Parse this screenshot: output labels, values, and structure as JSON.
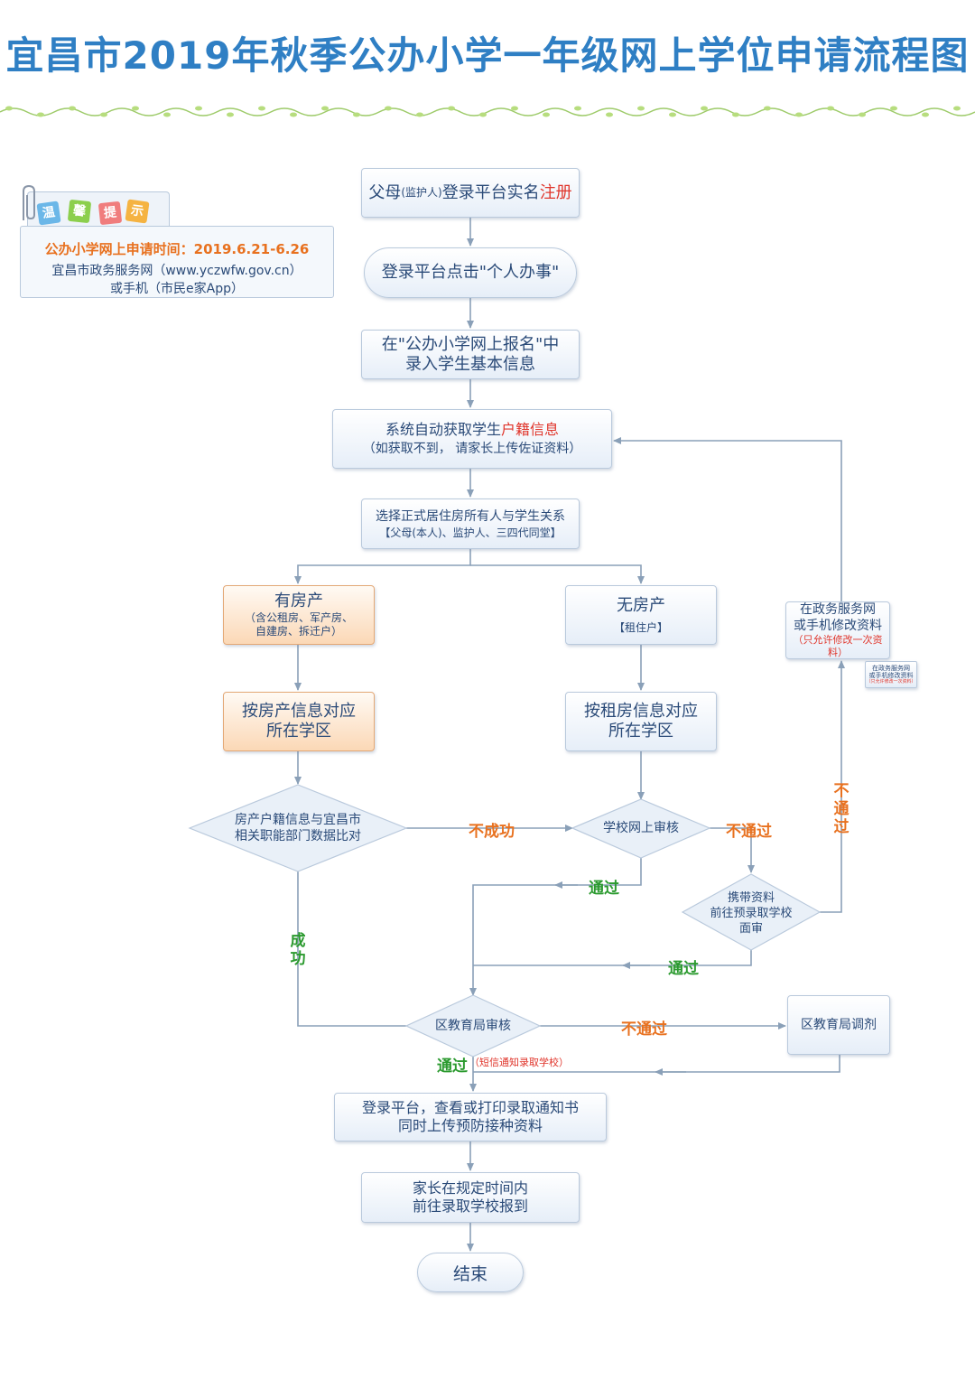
{
  "title": "宜昌市2019年秋季公办小学一年级网上学位申请流程图",
  "tip": {
    "tags": [
      "温",
      "馨",
      "提",
      "示"
    ],
    "line1": "公办小学网上申请时间：2019.6.21-6.26",
    "line2": "宜昌市政务服务网（www.yczwfw.gov.cn）",
    "line3": "或手机（市民e家App）"
  },
  "steps": {
    "register_pre": "父母",
    "register_small": "(监护人)",
    "register_mid": "登录平台实名",
    "register_red": "注册",
    "personal_affairs": "登录平台点击\"个人办事\"",
    "enter_info_1": "在\"公办小学网上报名\"中",
    "enter_info_2": "录入学生基本信息",
    "huji_pre": "系统自动获取学生",
    "huji_red": "户籍信息",
    "huji_sub": "（如获取不到， 请家长上传佐证资料）",
    "relation_1": "选择正式居住房所有人与学生关系",
    "relation_2": "【父母(本人)、监护人、三四代同堂】",
    "has_property": "有房产",
    "has_property_sub1": "（含公租房、军产房、",
    "has_property_sub2": "自建房、拆迁户）",
    "no_property": "无房产",
    "no_property_sub": "【租住户】",
    "property_district_1": "按房产信息对应",
    "property_district_2": "所在学区",
    "rent_district_1": "按租房信息对应",
    "rent_district_2": "所在学区",
    "compare_1": "房产户籍信息与宜昌市",
    "compare_2": "相关职能部门数据比对",
    "school_review": "学校网上审核",
    "interview_1": "携带资料",
    "interview_2": "前往预录取学校",
    "interview_3": "面审",
    "modify_1": "在政务服务网",
    "modify_2": "或手机修改资料",
    "modify_sub": "（只允许修改一次资料）",
    "modify_small_1": "在政务服务网",
    "modify_small_2": "或手机修改资料",
    "modify_small_3": "（只允许修改一次资料）",
    "bureau_review": "区教育局审核",
    "bureau_adjust": "区教育局调剂",
    "notice_1": "登录平台，查看或打印录取通知书",
    "notice_2": "同时上传预防接种资料",
    "report_1": "家长在规定时间内",
    "report_2": "前往录取学校报到",
    "end": "结束"
  },
  "labels": {
    "fail": "不成功",
    "not_pass_1": "不通过",
    "not_pass_vertical": "不通过",
    "pass_1": "通过",
    "success": "成功",
    "pass_2": "通过",
    "not_pass_2": "不通过",
    "pass_3": "通过",
    "pass_3_note": "（短信通知录取学校）"
  },
  "colors": {
    "title": "#2f7fc4",
    "line": "#8aa0b8",
    "red": "#e0352b",
    "orange": "#e8711f",
    "green": "#2b9a2f",
    "box_border": "#b9c9dc",
    "orange_box": "#fbd8b6"
  }
}
